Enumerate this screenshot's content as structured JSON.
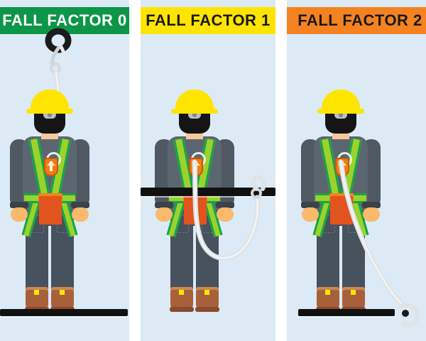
{
  "image": {
    "title": "Fall Factor Illustration",
    "background_color": "#ffffff",
    "panel_background": "#dceaf6"
  },
  "panels": [
    {
      "id": "fall-factor-0",
      "banner_label": "FALL FACTOR 0",
      "banner_color": "#0d9648",
      "banner_text_color": "#ffffff",
      "anchor_position": "overhead",
      "anchor_type": "anchor-ring",
      "lanyard_color": "#dfe3e6",
      "support_bar_label": "platform bar",
      "support_bar_color": "#111111"
    },
    {
      "id": "fall-factor-1",
      "banner_label": "FALL FACTOR 1",
      "banner_color": "#ffe400",
      "banner_text_color": "#1a1a1a",
      "anchor_position": "waist-level",
      "anchor_type": "snap-hook",
      "lanyard_color": "#dfe3e6",
      "support_bar_label": "waist rail",
      "support_bar_color": "#111111"
    },
    {
      "id": "fall-factor-2",
      "banner_label": "FALL FACTOR 2",
      "banner_color": "#f58220",
      "banner_text_color": "#1a1a1a",
      "anchor_position": "foot-level",
      "anchor_type": "snap-hook",
      "lanyard_color": "#dfe3e6",
      "support_bar_label": "ground bar",
      "support_bar_color": "#111111"
    }
  ],
  "worker": {
    "helmet_color": "#ffe400",
    "hair_color": "#151515",
    "jacket_color": "#5c6670",
    "trousers_color": "#47525e",
    "harness_webbing_color": "#9bd22c",
    "harness_edge_color": "#17a44a",
    "tool_belt_color": "#e2541d",
    "d_ring_color": "#f07c18",
    "glove_color": "#fbb96b",
    "boot_color": "#a8603a"
  }
}
